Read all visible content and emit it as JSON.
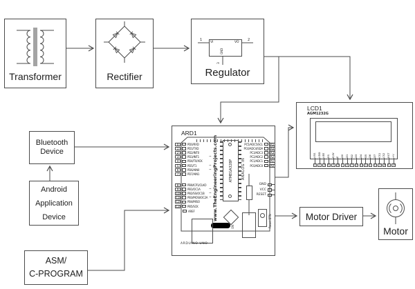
{
  "blocks": {
    "transformer": {
      "label": "Transformer"
    },
    "rectifier": {
      "label": "Rectifier"
    },
    "regulator": {
      "label": "Regulator",
      "vi": "VI",
      "vo": "VO",
      "gnd": "GND",
      "pin1": "1",
      "pin2": "2",
      "pin3": "3"
    },
    "bluetooth": {
      "line1": "Bluetooth",
      "line2": "Device"
    },
    "android": {
      "line1": "Android",
      "line2": "Application",
      "line3": "Device"
    },
    "asm": {
      "line1": "ASM/",
      "line2": "C-PROGRAM"
    },
    "motor_driver": {
      "label": "Motor Driver"
    },
    "motor": {
      "label": "Motor"
    }
  },
  "ard1": {
    "ref": "ARD1",
    "website": "www.TheEngineeringProjects.com",
    "chip": "ATMEGA328P",
    "analog_in": "ANALOG IN",
    "board_name": "ARDUINO UNO",
    "on_label": "ON",
    "reset_btn": "Reset BTN",
    "aref": "AREF",
    "digital_pins": [
      {
        "num": "0",
        "label": "PD0/RXD",
        "pwm": ""
      },
      {
        "num": "1",
        "label": "PD1/TXD",
        "pwm": ""
      },
      {
        "num": "2",
        "label": "PD2/INT0",
        "pwm": ""
      },
      {
        "num": "3",
        "label": "PD3/INT1",
        "pwm": "~"
      },
      {
        "num": "4",
        "label": "PD4/T0/XCK",
        "pwm": ""
      },
      {
        "num": "5",
        "label": "PD5/T1",
        "pwm": "~"
      },
      {
        "num": "6",
        "label": "PD6/AIN0",
        "pwm": "~"
      },
      {
        "num": "7",
        "label": "PD7/AIN1",
        "pwm": ""
      }
    ],
    "pb_pins": [
      {
        "num": "8",
        "label": "PB0/ICP1/CLKO",
        "pwm": ""
      },
      {
        "num": "9",
        "label": "PB1/OC1A",
        "pwm": "~"
      },
      {
        "num": "10",
        "label": "PB2/SS/OC1B",
        "pwm": "~"
      },
      {
        "num": "11",
        "label": "PB3/MOSI/OC2A",
        "pwm": "~"
      },
      {
        "num": "12",
        "label": "PB4/MISO",
        "pwm": ""
      },
      {
        "num": "13",
        "label": "PB5/SCK",
        "pwm": ""
      }
    ],
    "analog_pins": [
      {
        "num": "A5",
        "label": "PC5/ADC5/SCL"
      },
      {
        "num": "A4",
        "label": "PC4/ADC4/SDA"
      },
      {
        "num": "A3",
        "label": "PC3/ADC3"
      },
      {
        "num": "A2",
        "label": "PC2/ADC2"
      },
      {
        "num": "A1",
        "label": "PC1/ADC1"
      },
      {
        "num": "A0",
        "label": "PC0/ADC0"
      }
    ],
    "power_pins": [
      {
        "label": "GND"
      },
      {
        "label": "VCC"
      },
      {
        "label": "RESET"
      }
    ]
  },
  "lcd1": {
    "ref": "LCD1",
    "part": "AGM1232G",
    "pins": [
      {
        "num": "1",
        "label": "VSS"
      },
      {
        "num": "2",
        "label": "VDD"
      },
      {
        "num": "3",
        "label": "VEE"
      },
      {
        "num": "4",
        "label": "RS"
      },
      {
        "num": "5",
        "label": "R/W"
      },
      {
        "num": "6",
        "label": "E"
      },
      {
        "num": "7",
        "label": "D0"
      },
      {
        "num": "8",
        "label": "D1"
      },
      {
        "num": "9",
        "label": "D2"
      },
      {
        "num": "10",
        "label": "D3"
      },
      {
        "num": "11",
        "label": "D4"
      },
      {
        "num": "12",
        "label": "D5"
      },
      {
        "num": "13",
        "label": "D6"
      },
      {
        "num": "14",
        "label": "D7"
      },
      {
        "num": "15",
        "label": "CS1"
      },
      {
        "num": "16",
        "label": "CS2"
      },
      {
        "num": "17",
        "label": "RST"
      },
      {
        "num": "18",
        "label": "+V"
      }
    ]
  }
}
